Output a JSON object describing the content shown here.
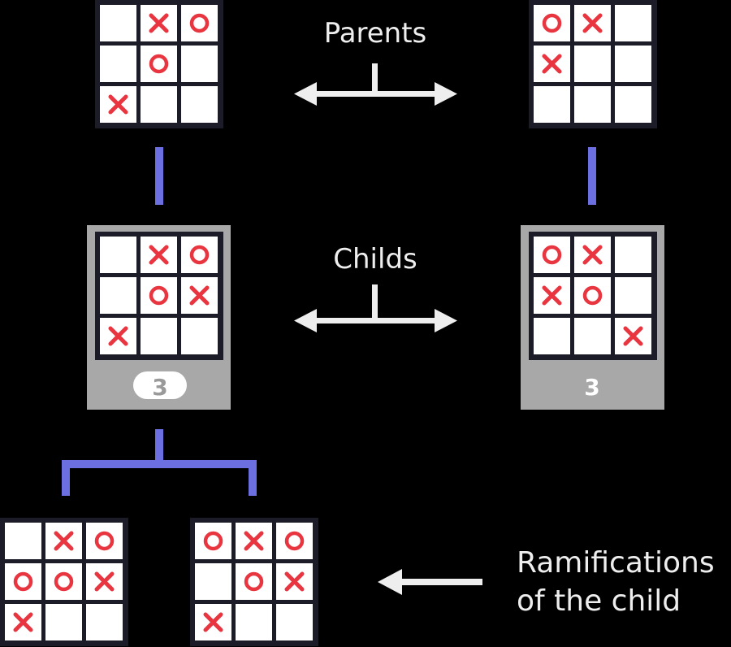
{
  "labels": {
    "parents": "Parents",
    "childs": "Childs",
    "ramifications_line1": "Ramifications",
    "ramifications_line2": "of the child"
  },
  "colors": {
    "background": "#000000",
    "board_frame": "#1c1c28",
    "cell": "#ffffff",
    "mark": "#e8353f",
    "connector": "#6b6fe0",
    "arrow": "#eeeeee",
    "child_card": "#a8a8a8"
  },
  "boards": {
    "parent_left": {
      "cells": [
        "",
        "X",
        "O",
        "",
        "O",
        "",
        "X",
        "",
        ""
      ]
    },
    "parent_right": {
      "cells": [
        "O",
        "X",
        "",
        "X",
        "",
        "",
        "",
        "",
        ""
      ]
    },
    "child_left": {
      "cells": [
        "",
        "X",
        "O",
        "",
        "O",
        "X",
        "X",
        "",
        ""
      ],
      "badge": "3"
    },
    "child_right": {
      "cells": [
        "O",
        "X",
        "",
        "X",
        "O",
        "",
        "",
        "",
        "X"
      ],
      "badge": "3"
    },
    "ramification_1": {
      "cells": [
        "",
        "X",
        "O",
        "O",
        "O",
        "X",
        "X",
        "",
        ""
      ]
    },
    "ramification_2": {
      "cells": [
        "O",
        "X",
        "O",
        "",
        "O",
        "X",
        "X",
        "",
        ""
      ]
    }
  }
}
